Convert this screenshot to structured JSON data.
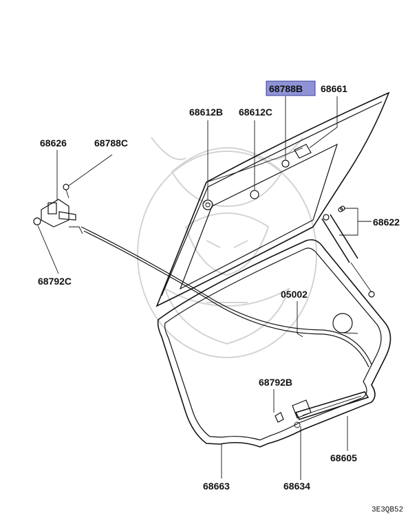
{
  "diagram": {
    "highlight_color": "#8f93d6",
    "parts": [
      {
        "id": "p1",
        "number": "68788B",
        "highlighted": true
      },
      {
        "id": "p2",
        "number": "68661",
        "highlighted": false
      },
      {
        "id": "p3",
        "number": "68612B",
        "highlighted": false
      },
      {
        "id": "p4",
        "number": "68612C",
        "highlighted": false
      },
      {
        "id": "p5",
        "number": "68626",
        "highlighted": false
      },
      {
        "id": "p6",
        "number": "68788C",
        "highlighted": false
      },
      {
        "id": "p7",
        "number": "68622",
        "highlighted": false
      },
      {
        "id": "p8",
        "number": "68792C",
        "highlighted": false
      },
      {
        "id": "p9",
        "number": "05002",
        "highlighted": false
      },
      {
        "id": "p10",
        "number": "68792B",
        "highlighted": false
      },
      {
        "id": "p11",
        "number": "68605",
        "highlighted": false
      },
      {
        "id": "p12",
        "number": "68663",
        "highlighted": false
      },
      {
        "id": "p13",
        "number": "68634",
        "highlighted": false
      }
    ],
    "diagram_code": "3E3QB52"
  }
}
